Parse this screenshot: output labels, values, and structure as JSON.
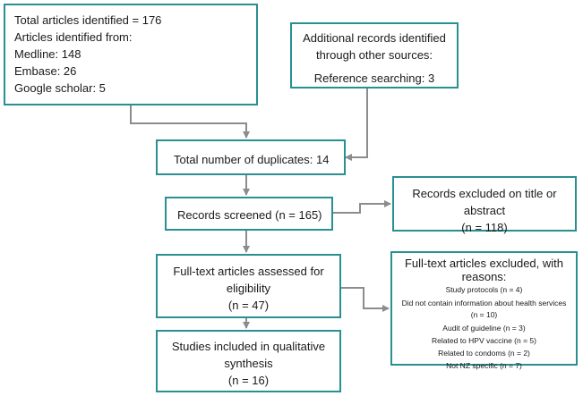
{
  "identified": {
    "lines": [
      "Total articles identified = 176",
      "Articles identified from:",
      "Medline: 148",
      "Embase: 26",
      "Google scholar: 5"
    ]
  },
  "additional": {
    "lines": [
      "Additional records identified",
      "through other sources:",
      "Reference searching: 3"
    ]
  },
  "duplicates": {
    "text": "Total number of duplicates: 14"
  },
  "screened": {
    "text": "Records screened (n = 165)"
  },
  "excluded_title": {
    "lines": [
      "Records excluded on title or",
      "abstract",
      "(n = 118)"
    ]
  },
  "fulltext": {
    "lines": [
      "Full-text articles assessed for",
      "eligibility",
      "(n = 47)"
    ]
  },
  "excluded_fulltext": {
    "title_lines": [
      "Full-text articles excluded, with",
      "reasons:"
    ],
    "reasons": [
      "Study protocols (n = 4)",
      "Did not contain information about health services",
      "(n = 10)",
      "Audit of guideline (n = 3)",
      "Related to HPV vaccine (n = 5)",
      "Related to condoms (n = 2)",
      "Not NZ specific (n = 7)"
    ]
  },
  "included": {
    "lines": [
      "Studies included in qualitative",
      "synthesis",
      "(n = 16)"
    ]
  },
  "colors": {
    "box_border": "#2a8f93",
    "arrow": "#8c8c8c"
  }
}
